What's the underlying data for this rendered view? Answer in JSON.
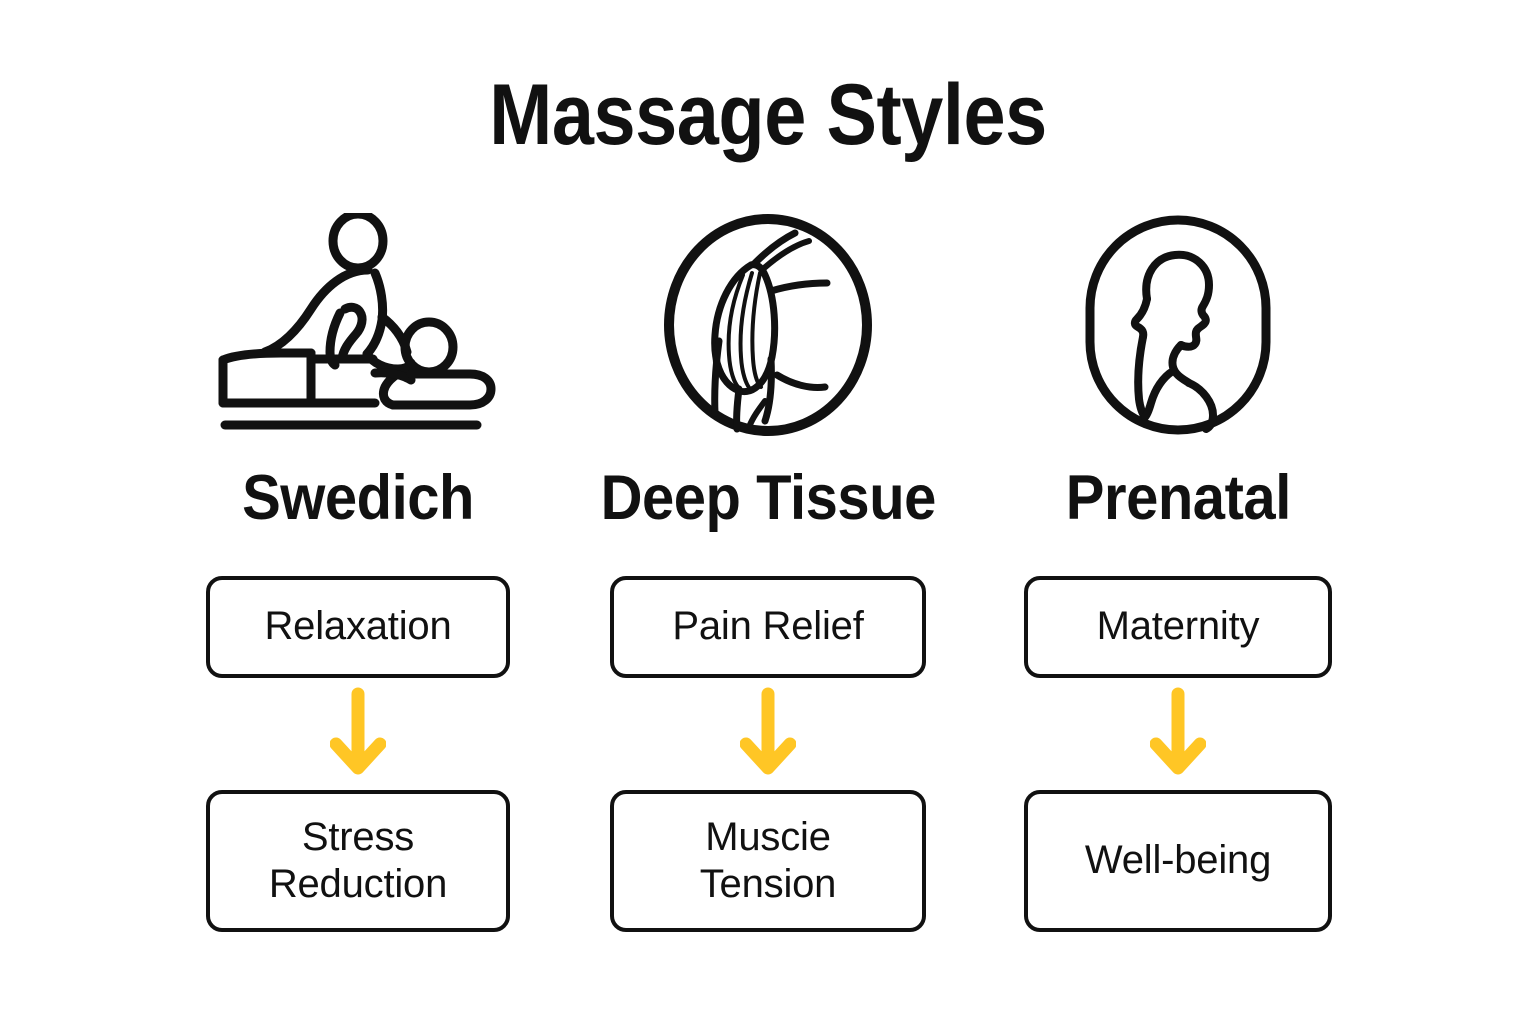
{
  "page": {
    "title": "Massage Styles",
    "background_color": "#ffffff",
    "ink_color": "#111111",
    "accent_color": "#FFC625"
  },
  "columns": [
    {
      "id": "swedish",
      "icon": "massage-therapist-icon",
      "style_name": "Swedich",
      "benefit": "Relaxation",
      "arrow": "down-arrow-icon",
      "outcome": "Stress\nReduction"
    },
    {
      "id": "deep-tissue",
      "icon": "muscle-circle-icon",
      "style_name": "Deep Tissue",
      "benefit": "Pain Relief",
      "arrow": "down-arrow-icon",
      "outcome": "Muscie\nTension"
    },
    {
      "id": "prenatal",
      "icon": "pregnant-woman-icon",
      "style_name": "Prenatal",
      "benefit": "Maternity",
      "arrow": "down-arrow-icon",
      "outcome": "Well-being"
    }
  ]
}
